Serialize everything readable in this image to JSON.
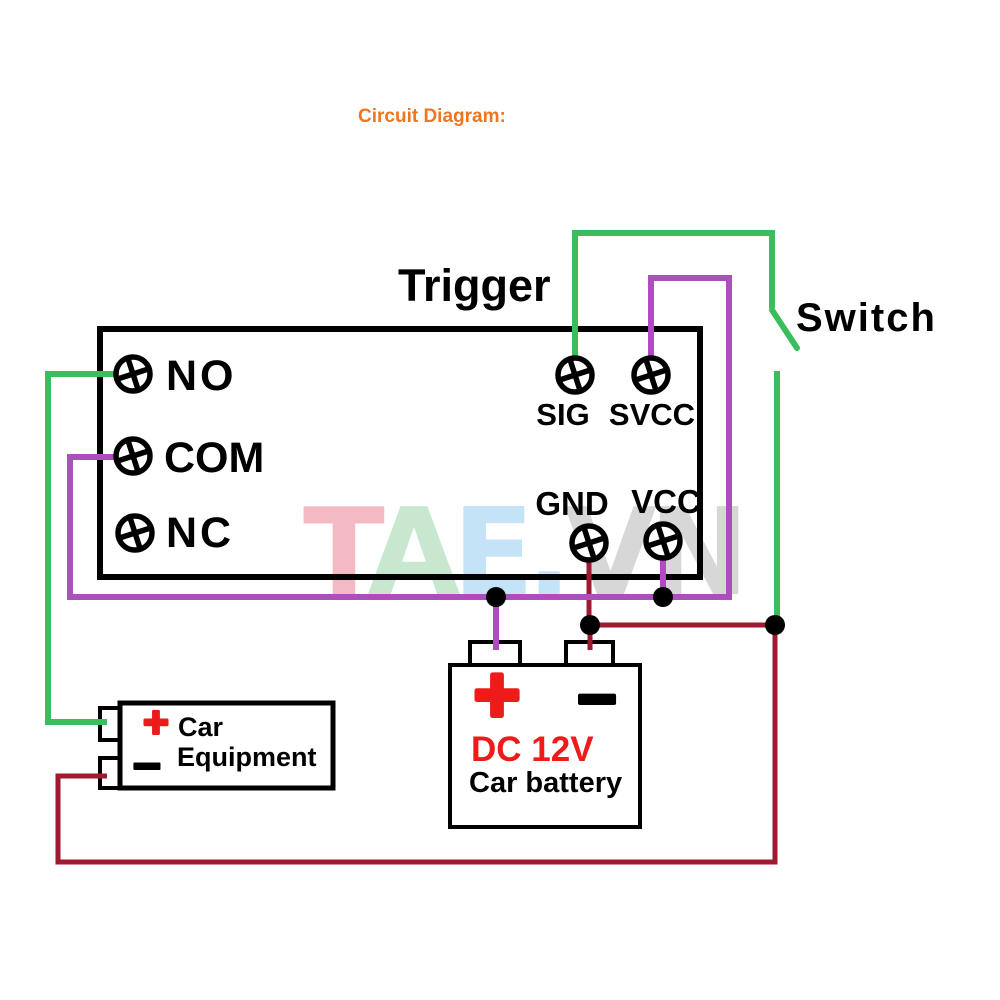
{
  "title": "Circuit Diagram:",
  "diagram": {
    "trigger_label": "Trigger",
    "switch_label": "Switch",
    "relay": {
      "no": "NO",
      "com": "COM",
      "nc": "NC",
      "sig": "SIG",
      "svcc": "SVCC",
      "gnd": "GND",
      "vcc": "VCC"
    },
    "battery": {
      "plus": "+",
      "minus": "−",
      "line1": "DC 12V",
      "line2": "Car battery"
    },
    "equipment": {
      "plus": "+",
      "minus": "−",
      "line1": "Car",
      "line2": "Equipment"
    }
  },
  "watermark": {
    "text": "TAE.VN",
    "letters": [
      {
        "char": "T",
        "color": "#f4bac4"
      },
      {
        "char": "A",
        "color": "#c7e7cf"
      },
      {
        "char": "E",
        "color": "#c4e3f7"
      },
      {
        "char": ".",
        "color": "#c4e3f7"
      },
      {
        "char": "V",
        "color": "#d7d7d7"
      },
      {
        "char": "N",
        "color": "#d7d7d7"
      }
    ]
  },
  "colors": {
    "title_orange": "#ed7622",
    "wire_green": "#3bbd5d",
    "wire_purple": "#ae4cc0",
    "wire_dark_red": "#9e1a30",
    "symbol_red": "#ee1b1b",
    "line_black": "#000000"
  },
  "connections": [
    {
      "wire": "green",
      "from": "relay NO",
      "to": "car equipment +"
    },
    {
      "wire": "green",
      "from": "relay SIG",
      "to": "switch top contact"
    },
    {
      "wire": "green",
      "from": "switch bottom contact",
      "to": "battery − node"
    },
    {
      "wire": "purple",
      "from": "relay COM",
      "to": "battery +"
    },
    {
      "wire": "purple",
      "from": "battery +",
      "to": "relay VCC"
    },
    {
      "wire": "purple",
      "from": "relay VCC",
      "to": "relay SVCC"
    },
    {
      "wire": "dark_red",
      "from": "relay GND",
      "to": "battery −"
    },
    {
      "wire": "dark_red",
      "from": "battery −",
      "to": "car equipment −"
    }
  ]
}
